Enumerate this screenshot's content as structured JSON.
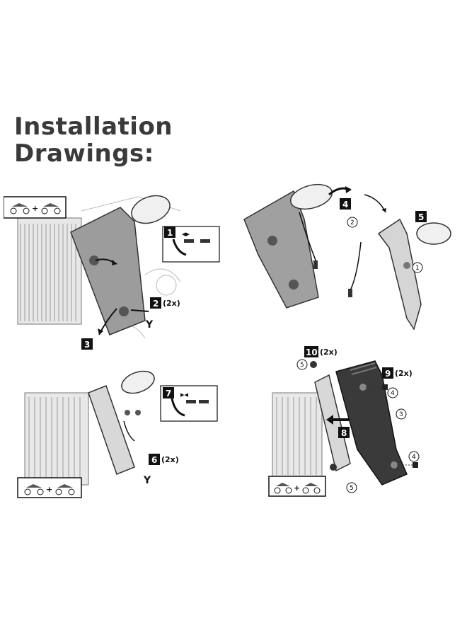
{
  "title": {
    "line1": "Installation",
    "line2": "Drawings:"
  },
  "panels": {
    "p1": {
      "steps": [
        {
          "num": "1"
        },
        {
          "num": "2",
          "qty": "(2x)"
        },
        {
          "num": "3"
        }
      ],
      "y_label": "Y"
    },
    "p2": {
      "steps": [
        {
          "num": "4"
        },
        {
          "num": "5"
        }
      ],
      "part_numbers": [
        "2",
        "1"
      ]
    },
    "p3": {
      "steps": [
        {
          "num": "7"
        },
        {
          "num": "6",
          "qty": "(2x)"
        }
      ],
      "y_label": "Y"
    },
    "p4": {
      "steps": [
        {
          "num": "10",
          "qty": "(2x)"
        },
        {
          "num": "9",
          "qty": "(2x)"
        },
        {
          "num": "8"
        }
      ],
      "part_numbers": [
        "5",
        "4",
        "3",
        "4",
        "5"
      ]
    }
  }
}
